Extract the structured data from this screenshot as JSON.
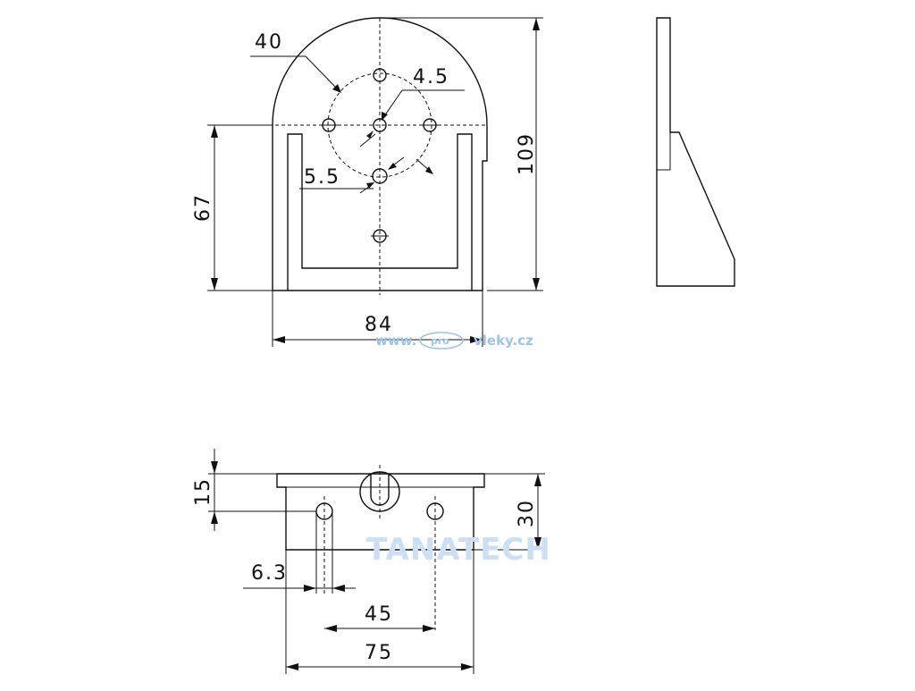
{
  "dimensions": {
    "d40": "40",
    "d4_5": "4.5",
    "d5_5": "5.5",
    "d109": "109",
    "d67": "67",
    "d84": "84",
    "d15": "15",
    "d30": "30",
    "d6_3": "6.3",
    "d45": "45",
    "d75": "75"
  },
  "watermarks": {
    "url_left": "www.",
    "url_middle": "pro",
    "url_right": "vleky.cz",
    "brand": "TANATECH"
  }
}
